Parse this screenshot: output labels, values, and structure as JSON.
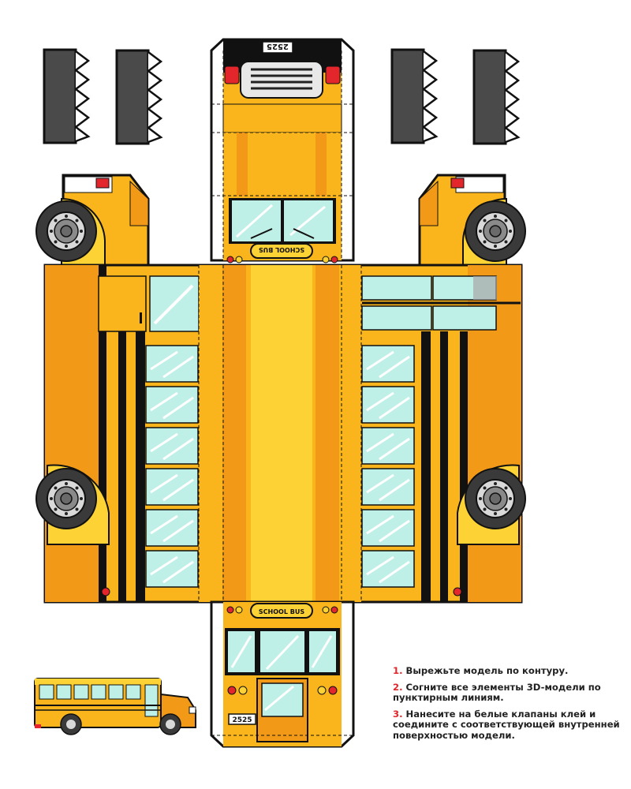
{
  "bus_number": "2525",
  "sign_text": "SCHOOL BUS",
  "colors": {
    "bus_yellow": "#f9b51b",
    "bus_orange": "#f29a18",
    "bus_light": "#fcd235",
    "window": "#bff0e8",
    "tire": "#3a3a3a",
    "outline": "#111111",
    "tab_fill": "#4a4a4a",
    "accent_red": "#e3262b"
  },
  "instructions": [
    {
      "num": "1.",
      "text": "Вырежьте модель по контуру."
    },
    {
      "num": "2.",
      "text": "Согните все элементы 3D-модели по пунктирным линиям."
    },
    {
      "num": "3.",
      "text": "Нанесите на белые клапаны клей и соедините с соответствующей внутренней поверхностью модели."
    }
  ]
}
